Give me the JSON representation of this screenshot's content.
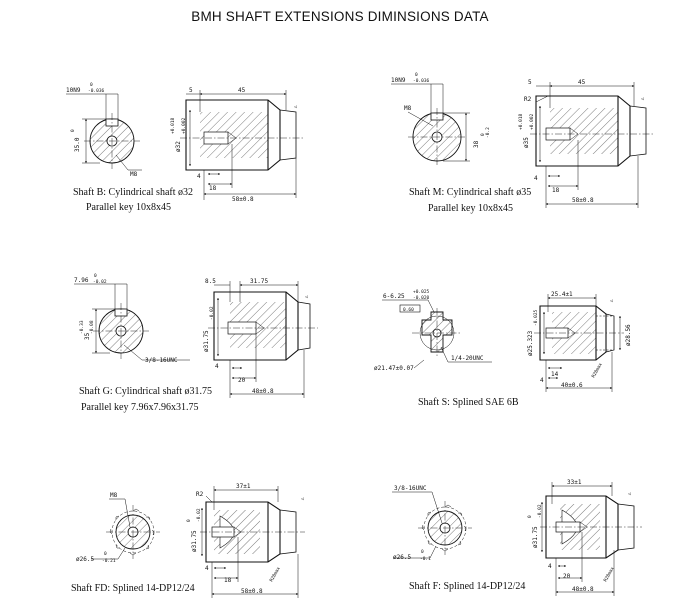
{
  "title": "BMH SHAFT EXTENSIONS DIMINSIONS DATA",
  "shafts": {
    "B": {
      "caption1": "Shaft B: Cylindrical shaft ø32",
      "caption2": "Parallel key 10x8x45",
      "key_tol": "10N9",
      "key_tol_up": "0",
      "key_tol_lo": "-0.036",
      "height": "35.0",
      "height_tol": "0",
      "dia": "ø32",
      "dia_up": "+0.018",
      "dia_lo": "+0.002",
      "thread": "M8",
      "d_left": "5",
      "d_len": "45",
      "d_4": "4",
      "d_18": "18",
      "d_total": "58±0.8"
    },
    "M": {
      "caption1": "Shaft M: Cylindrical shaft ø35",
      "caption2": "Parallel key 10x8x45",
      "key_tol": "10N9",
      "key_tol_up": "0",
      "key_tol_lo": "-0.036",
      "height": "38",
      "height_tol": "0",
      "height_tol2": "-0.2",
      "dia": "ø35",
      "dia_up": "+0.018",
      "dia_lo": "+0.002",
      "thread": "M8",
      "radius": "R2",
      "d_left": "5",
      "d_len": "45",
      "d_4": "4",
      "d_18": "18",
      "d_total": "58±0.8"
    },
    "G": {
      "caption1": "Shaft G: Cylindrical shaft ø31.75",
      "caption2": "Parallel key 7.96x7.96x31.75",
      "key_tol": "7.96",
      "key_tol_up": "0",
      "key_tol_lo": "-0.02",
      "height": "35",
      "height_up": "-0.33",
      "height_lo": "-0.08",
      "dia": "ø31.75",
      "dia_tol": "-0.02",
      "thread": "3/8-16UNC",
      "d_left": "8.5",
      "d_len": "31.75",
      "d_4": "4",
      "d_20": "20",
      "d_total": "48±0.8"
    },
    "S": {
      "caption1": "Shaft S: Splined SAE 6B",
      "spline": "6-6.25",
      "spline_up": "+0.025",
      "spline_lo": "-0.020",
      "box": "0.60",
      "minor": "ø21.47±0.07",
      "thread": "1/4-20UNC",
      "spline_len": "25.4±1",
      "dia_major": "ø25.323",
      "dia_major_tol": "-0.025",
      "dia_body": "ø28.56",
      "radius": "R20max",
      "d_14": "14",
      "d_4": "4",
      "d_total": "40±0.6"
    },
    "FD": {
      "caption1": "Shaft FD: Splined 14-DP12/24",
      "thread": "M8",
      "outer": "ø26.5",
      "outer_up": "0",
      "outer_lo": "-0.21",
      "radius": "R2",
      "spline_len": "37±1",
      "dia": "ø31.75",
      "dia_up": "0",
      "dia_lo": "-0.02",
      "radius2": "R20max",
      "d_4": "4",
      "d_18": "18",
      "d_total": "58±0.8"
    },
    "F": {
      "caption1": "Shaft F: Splined 14-DP12/24",
      "thread": "3/8-16UNC",
      "outer": "ø26.5",
      "outer_up": "0",
      "outer_lo": "-0.1",
      "spline_len": "33±1",
      "dia": "ø31.75",
      "dia_up": "0",
      "dia_lo": "-0.02",
      "radius2": "R20max",
      "d_4": "4",
      "d_20": "20",
      "d_total": "48±0.8"
    }
  }
}
